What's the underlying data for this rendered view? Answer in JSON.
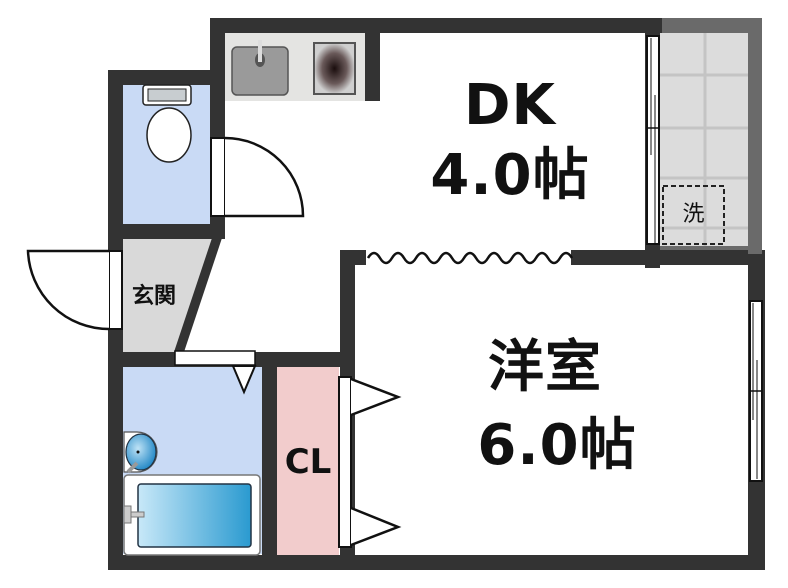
{
  "floor_plan": {
    "rooms": [
      {
        "id": "dk",
        "name": "DK",
        "size": "4.0帖"
      },
      {
        "id": "western",
        "name": "洋室",
        "size": "6.0帖"
      },
      {
        "id": "closet",
        "name": "CL"
      },
      {
        "id": "entrance",
        "name": "玄関"
      },
      {
        "id": "washer",
        "name": "洗"
      }
    ],
    "colors": {
      "wall": "#333333",
      "toilet_bath_floor": "#c9daf5",
      "entrance_floor": "#d9d9d9",
      "closet_floor": "#f2cccc",
      "balcony_floor": "#dcdcdc",
      "kitchen_counter": "#e4e4e2"
    }
  }
}
